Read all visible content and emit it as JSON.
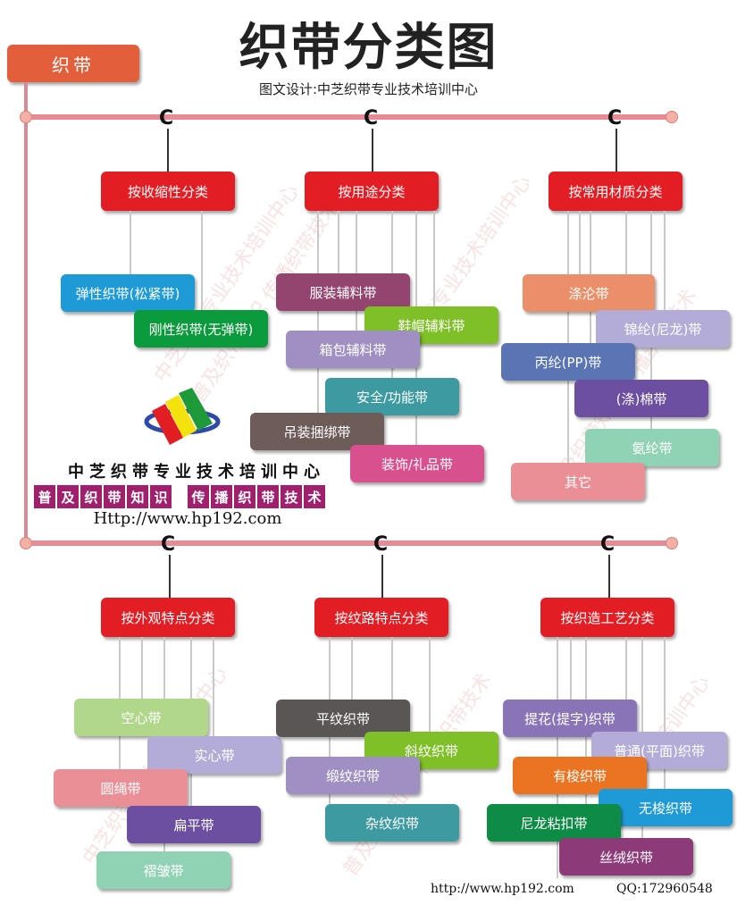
{
  "title": "织带分类图",
  "subtitle": "图文设计:中芝织带专业技术培训中心",
  "root": "织带",
  "categories": [
    {
      "label": "按收缩性分类",
      "items": [
        "弹性织带(松紧带)",
        "刚性织带(无弹带)"
      ]
    },
    {
      "label": "按用途分类",
      "items": [
        "服装辅料带",
        "鞋帽辅料带",
        "箱包辅料带",
        "安全/功能带",
        "吊装捆绑带",
        "装饰/礼品带"
      ]
    },
    {
      "label": "按常用材质分类",
      "items": [
        "涤沦带",
        "锦纶(尼龙)带",
        "丙纶(PP)带",
        "(涤)棉带",
        "氨纶带",
        "其它"
      ]
    },
    {
      "label": "按外观特点分类",
      "items": [
        "空心带",
        "实心带",
        "圆绳带",
        "扁平带",
        "褶皱带"
      ]
    },
    {
      "label": "按纹路特点分类",
      "items": [
        "平纹织带",
        "斜纹织带",
        "缎纹织带",
        "杂纹织带"
      ]
    },
    {
      "label": "按织造工艺分类",
      "items": [
        "提花(提字)织带",
        "普通(平面)织带",
        "有梭织带",
        "无梭织带",
        "尼龙粘扣带",
        "丝绒织带"
      ]
    }
  ],
  "logo": {
    "name": "中芝织带专业技术培训中心",
    "slogan_left": [
      "普",
      "及",
      "织",
      "带",
      "知",
      "识"
    ],
    "slogan_right": [
      "传",
      "播",
      "织",
      "带",
      "技",
      "术"
    ],
    "url": "Http://www.hp192.com"
  },
  "watermark": [
    "中芝织带专业技术培训中心",
    "普及织带知识 传播织带技术"
  ],
  "footer": {
    "url": "http://www.hp192.com",
    "qq": "QQ:172960548"
  },
  "colors": {
    "category": "#e31d24",
    "root": "#e35f3b",
    "rail": "#e98a94",
    "blue": "#1e9ad6",
    "green": "#0b9a3c",
    "plum": "#93456f",
    "lime": "#7fbf28",
    "lavender": "#9f8fc2",
    "teal": "#3c9aa0",
    "brown": "#6e5c58",
    "pink": "#d9508f",
    "salmon": "#ea8f6a",
    "lilac": "#b3acd8",
    "steel": "#5a74b4",
    "purple": "#6c4fa0",
    "mint": "#8fd2b4",
    "rose": "#eb8f96",
    "lightgreen": "#b1d88a",
    "violet": "#8a74b8",
    "charcoal": "#5b5656",
    "orange": "#ea7422",
    "darkgreen": "#0e8c45",
    "magenta": "#8c3a78"
  }
}
